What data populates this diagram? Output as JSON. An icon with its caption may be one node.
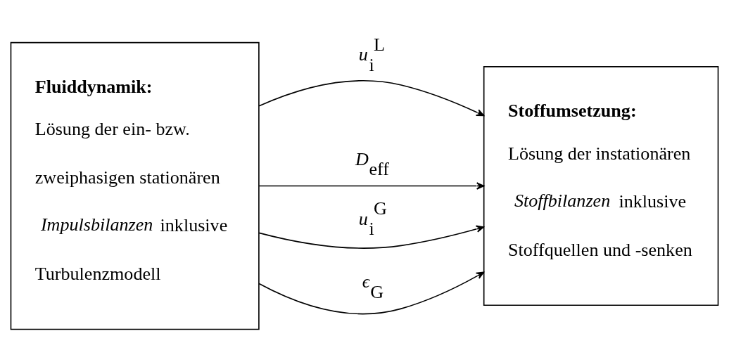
{
  "diagram": {
    "nodes": [
      {
        "text": [
          "Fluiddynamik:",
          "Lösung der ein- bzw. zweiphasigen stationären *Impulsbilanzen* inklusive Turbulenzmodell"
        ]
      },
      {
        "text": [
          "Stoffumsetzung:",
          "Lösung der instationären *Stoffbilanzen* inklusive Stoffquellen und -senken"
        ]
      }
    ],
    "edges": [
      {
        "from": 0,
        "to": 1,
        "arrow": "to",
        "label": "*u*$_{i}$$^{L}$"
      },
      {
        "from": 0,
        "to": 1,
        "arrow": "to",
        "label": "*D*$_{eff}$"
      },
      {
        "from": 0,
        "to": 1,
        "arrow": "to",
        "label": "*u*$_{i}$$^{G}$"
      },
      {
        "from": 0,
        "to": 1,
        "arrow": "to",
        "label": "*ϵ*$_{G}$"
      }
    ]
  }
}
